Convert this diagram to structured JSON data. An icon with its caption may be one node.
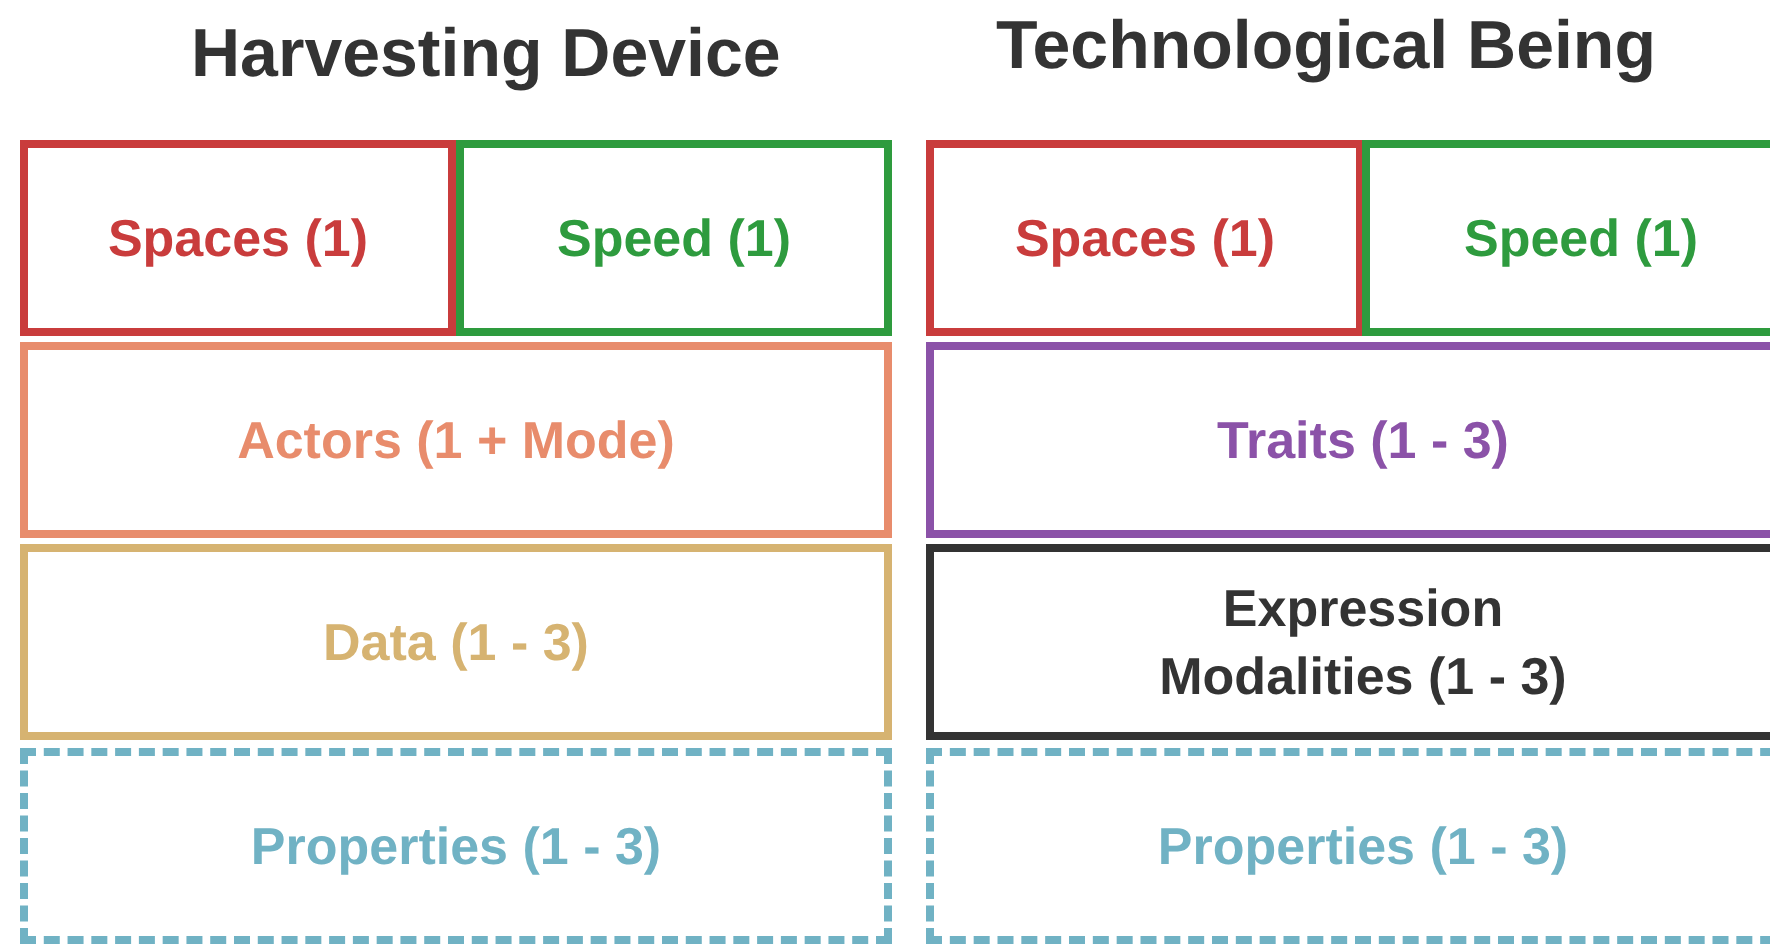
{
  "diagram": {
    "nodes": [
      {
        "text": [
          "Spaces (1)"
        ]
      },
      {
        "text": [
          "Speed (1)"
        ]
      },
      {
        "text": [
          "Actors (1 + Mode)"
        ]
      },
      {
        "text": [
          "Data (1 - 3)"
        ]
      },
      {
        "text": [
          "Properties (1 - 3)"
        ]
      },
      {
        "text": [
          "Spaces (1)"
        ]
      },
      {
        "text": [
          "Speed (1)"
        ]
      },
      {
        "text": [
          "Traits (1 - 3)"
        ]
      },
      {
        "text": [
          "Expression Modalities (1 - 3)"
        ]
      },
      {
        "text": [
          "Properties (1 - 3)"
        ]
      }
    ],
    "edges": [],
    "labels": [
      "Harvesting Device",
      "Technological Being"
    ]
  }
}
